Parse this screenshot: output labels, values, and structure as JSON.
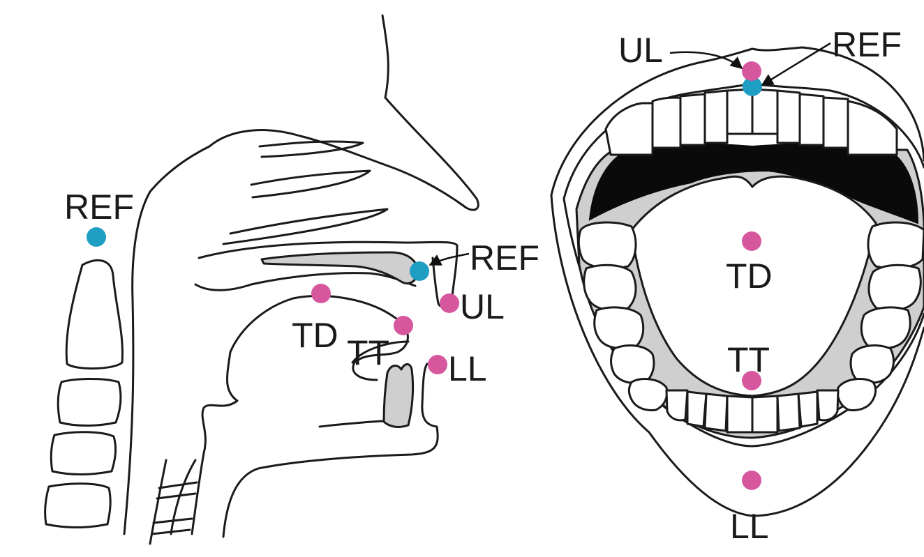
{
  "colors": {
    "sensor": "#d6579e",
    "reference": "#1f9ec4",
    "line": "#1a1a1a",
    "shade": "#cfcfcf"
  },
  "sagittal": {
    "labels": {
      "ref_head": "REF",
      "ref_palate": "REF",
      "ul": "UL",
      "td": "TD",
      "tt": "TT",
      "ll": "LL"
    }
  },
  "frontal": {
    "labels": {
      "ul": "UL",
      "ref": "REF",
      "td": "TD",
      "tt": "TT",
      "ll": "LL"
    }
  }
}
